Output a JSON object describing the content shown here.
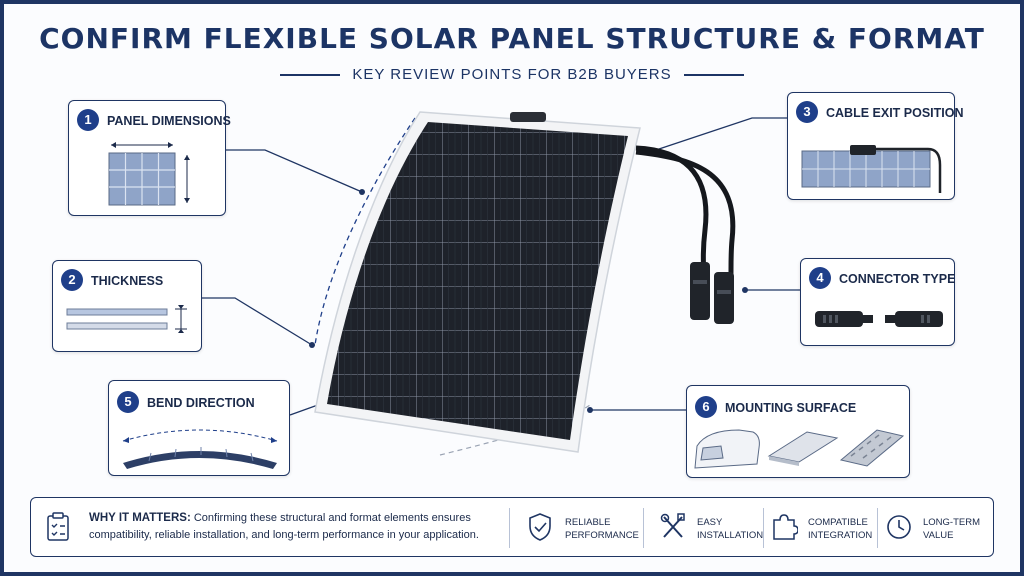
{
  "header": {
    "title": "CONFIRM FLEXIBLE SOLAR PANEL STRUCTURE & FORMAT",
    "subtitle": "KEY REVIEW POINTS FOR B2B BUYERS"
  },
  "cards": [
    {
      "number": "1",
      "label": "PANEL DIMENSIONS"
    },
    {
      "number": "2",
      "label": "THICKNESS"
    },
    {
      "number": "3",
      "label": "CABLE EXIT POSITION"
    },
    {
      "number": "4",
      "label": "CONNECTOR TYPE"
    },
    {
      "number": "5",
      "label": "BEND DIRECTION"
    },
    {
      "number": "6",
      "label": "MOUNTING SURFACE"
    }
  ],
  "why": {
    "heading": "WHY IT MATTERS:",
    "text": "Confirming these structural and format elements ensures compatibility, reliable installation, and long-term performance in your application."
  },
  "benefits": [
    {
      "line1": "RELIABLE",
      "line2": "PERFORMANCE",
      "icon": "shield-check-icon"
    },
    {
      "line1": "EASY",
      "line2": "INSTALLATION",
      "icon": "tools-icon"
    },
    {
      "line1": "COMPATIBLE",
      "line2": "INTEGRATION",
      "icon": "puzzle-icon"
    },
    {
      "line1": "LONG-TERM",
      "line2": "VALUE",
      "icon": "clock-icon"
    }
  ],
  "colors": {
    "accent": "#1f3f8a",
    "border": "#1f3563",
    "panel": "#1e222a"
  }
}
